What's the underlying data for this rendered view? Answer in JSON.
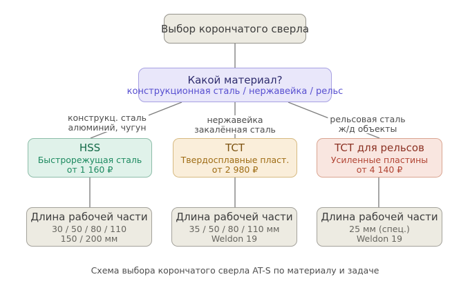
{
  "diagram": {
    "caption": "Схема выбора корончатого сверла AT-S по материалу и задаче",
    "nodes": {
      "root": {
        "title": "Выбор корончатого сверла"
      },
      "material": {
        "title": "Какой материал?",
        "subtitle": "конструкционная сталь / нержавейка / рельс"
      },
      "hss": {
        "title": "HSS",
        "line1": "Быстрорежущая сталь",
        "line2": "от 1 160 ₽"
      },
      "tct": {
        "title": "TCT",
        "line1": "Твердосплавные пласт.",
        "line2": "от 2 980 ₽"
      },
      "tct_rails": {
        "title": "TCT для рельсов",
        "line1": "Усиленные пластины",
        "line2": "от 4 140 ₽"
      },
      "len_hss": {
        "title": "Длина рабочей части",
        "line1": "30 / 50 / 80 / 110",
        "line2": "150 / 200 мм"
      },
      "len_tct": {
        "title": "Длина рабочей части",
        "line1": "35 / 50 / 80 / 110 мм",
        "line2": "Weldon 19"
      },
      "len_rails": {
        "title": "Длина рабочей части",
        "line1": "25 мм (спец.)",
        "line2": "Weldon 19"
      }
    },
    "edge_labels": {
      "left": {
        "line1": "конструкц. сталь",
        "line2": "алюминий, чугун"
      },
      "middle": {
        "line1": "нержавейка",
        "line2": "закалённая сталь"
      },
      "right": {
        "line1": "рельсовая сталь",
        "line2": "ж/д объекты"
      }
    },
    "colors": {
      "background": "#ffffff",
      "connector": "#7f7f7f",
      "root_fill": "#edebe2",
      "root_border": "#95938b",
      "material_fill": "#e9e7fa",
      "material_border": "#a6a0e2",
      "material_title": "#2f2d6e",
      "material_subtitle": "#574fd0",
      "hss_fill": "#e0f2ea",
      "hss_border": "#8cbca8",
      "hss_text": "#1d8a60",
      "tct_fill": "#faeeda",
      "tct_border": "#d6b980",
      "tct_text": "#9e6c14",
      "rails_fill": "#f9e6e0",
      "rails_border": "#d9a490",
      "rails_text": "#b14534",
      "length_fill": "#edebe2",
      "length_border": "#a3a19a"
    }
  }
}
